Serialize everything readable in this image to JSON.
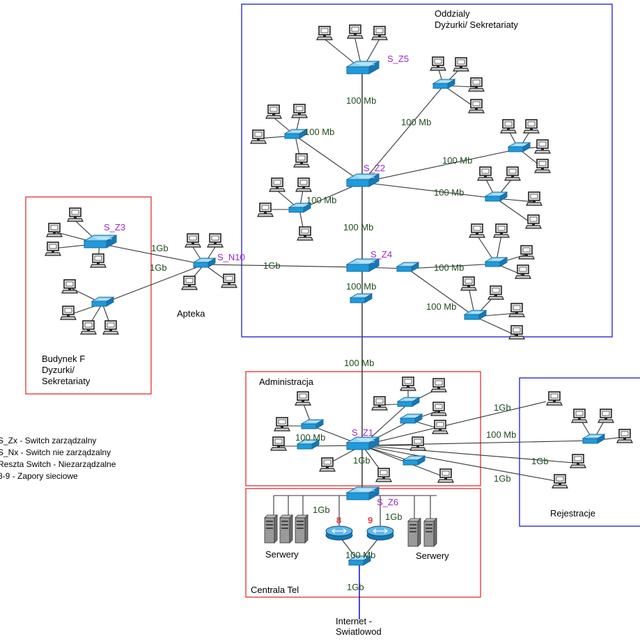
{
  "zones": {
    "oddzialy": "Oddzialy\nDyżurki/ Sekretariaty",
    "budynek_f": "Budynek F\nDyzurki/\nSekretariaty",
    "apteka": "Apteka",
    "administracja": "Administracja",
    "rejestracje": "Rejestracje",
    "centrala": "Centrala Tel",
    "serwery_left": "Serwery",
    "serwery_right": "Serwery",
    "internet": "Internet -\nSwiatlowod"
  },
  "switches": {
    "s_z5": "S_Z5",
    "s_z2": "S_Z2",
    "s_z4": "S_Z4",
    "s_z3": "S_Z3",
    "s_n10": "S_N10",
    "s_z1": "S_Z1",
    "s_z6": "S_Z6"
  },
  "firewalls": {
    "fw8": "8",
    "fw9": "9"
  },
  "links": {
    "z5_down": "100 Mb",
    "z2_left": "100 Mb",
    "z2_upright": "100 Mb",
    "z2_right": "100 Mb",
    "z2_lowright": "100 Mb",
    "z2_leftlow": "100 Mb",
    "z2_z4": "100 Mb",
    "z3_n10": "1Gb",
    "bottom_n10": "1Gb",
    "n10_z4": "1Gb",
    "z4_right": "100 Mb",
    "z4_down": "100 Mb",
    "z4_lowright": "100 Mb",
    "z4_z1": "100 Mb",
    "z1_left": "100 Mb",
    "z1_z6": "1Gb",
    "rej_1": "1Gb",
    "rej_2": "100 Mb",
    "rej_3": "1Gb",
    "rej_4": "1Gb",
    "z6_left": "1Gb",
    "z6_right": "1Gb",
    "fw_down": "100 Mb",
    "tel_down": "1Gb"
  },
  "legend": [
    "S_Zx - Switch zarządzalny",
    "S_Nx - Switch nie zarządzalny",
    "Reszta Switch - Niezarządzalne",
    "8-9 - Zapory sieciowe"
  ]
}
